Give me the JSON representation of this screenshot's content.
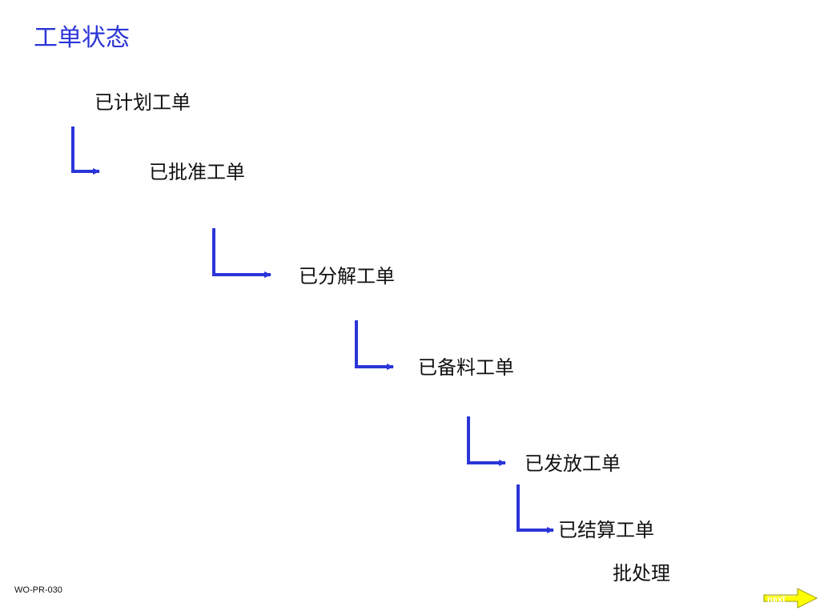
{
  "title": "工单状态",
  "steps": [
    "已计划工单",
    "已批准工单",
    "已分解工单",
    "已备料工单",
    "已发放工单",
    "已结算工单",
    "批处理"
  ],
  "footer_code": "WO-PR-030",
  "next_label": "next",
  "colors": {
    "title": "#2b35d8",
    "connector": "#2b35d8",
    "text": "#111111",
    "next_fill": "#ffff00"
  }
}
